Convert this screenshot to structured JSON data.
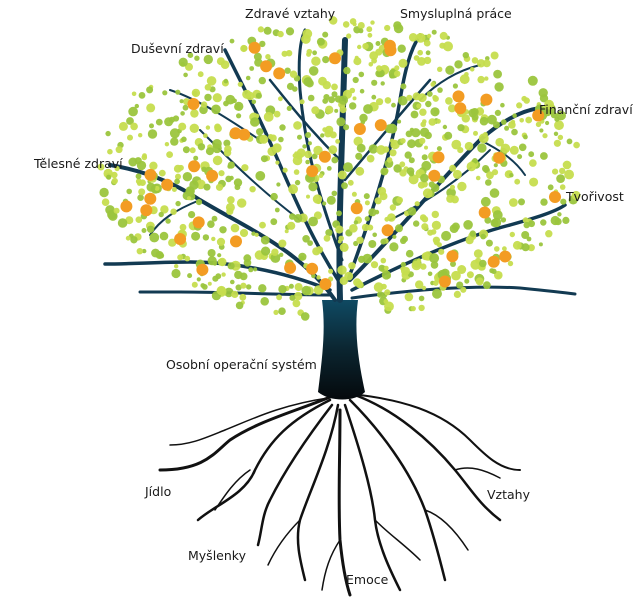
{
  "diagram": {
    "labels": {
      "zdrave_vztahy": "Zdravé vztahy",
      "smysluplna_prace": "Smysluplná práce",
      "dusevni_zdravi": "Duševní zdraví",
      "financni_zdravi": "Finanční zdraví",
      "telesne_zdravi": "Tělesné zdraví",
      "tvorivost": "Tvořivost",
      "osobni_os": "Osobní operační systém",
      "jidlo": "Jídlo",
      "vztahy": "Vztahy",
      "myslenky": "Myšlenky",
      "emoce": "Emoce"
    },
    "colors": {
      "trunk": "#0b1c24",
      "branch": "#123a52",
      "leaf_light": "#c6dd4e",
      "leaf_dark": "#9bc53d",
      "fruit": "#f39c23"
    },
    "icons": [
      "tree-trunk",
      "branches",
      "leaf-dots",
      "orange-fruits",
      "roots"
    ]
  }
}
